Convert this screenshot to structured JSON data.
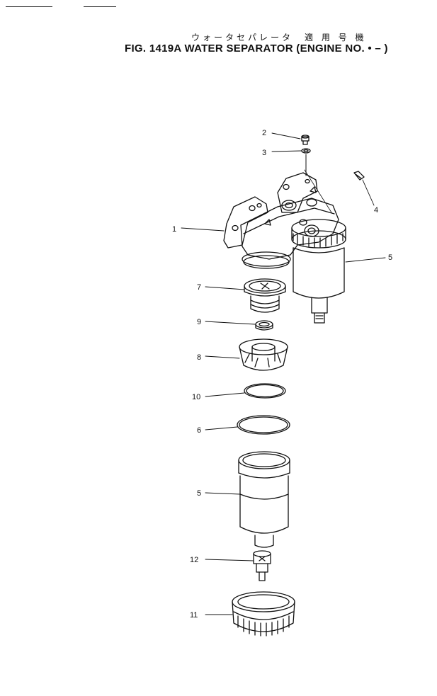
{
  "header": {
    "title_jp": "ウォータセパレータ　適 用 号 機",
    "title_en": "FIG. 1419A  WATER SEPARATOR (ENGINE NO.    •    – )"
  },
  "callouts": {
    "c1": "1",
    "c2": "2",
    "c3": "3",
    "c4": "4",
    "c5a": "5",
    "c7": "7",
    "c9": "9",
    "c8": "8",
    "c10": "10",
    "c6": "6",
    "c5b": "5",
    "c12": "12",
    "c11": "11"
  }
}
